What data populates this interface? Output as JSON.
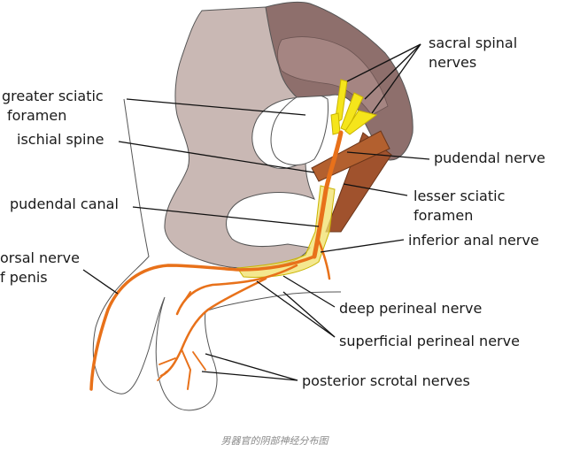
{
  "labels": {
    "sacral_spinal_nerves_1": "sacral spinal",
    "sacral_spinal_nerves_2": "nerves",
    "greater_sciatic_1": "greater sciatic",
    "greater_sciatic_2": "foramen",
    "ischial_spine": "ischial spine",
    "pudendal_nerve": "pudendal nerve",
    "lesser_sciatic_1": "lesser sciatic",
    "lesser_sciatic_2": "foramen",
    "pudendal_canal": "pudendal canal",
    "inferior_anal_nerve": "inferior anal nerve",
    "dorsal_nerve_1": "orsal nerve",
    "dorsal_nerve_2": "f penis",
    "deep_perineal_nerve": "deep perineal nerve",
    "superficial_perineal_nerve": "superficial perineal nerve",
    "posterior_scrotal_nerves": "posterior scrotal nerves"
  },
  "caption": "男器官的阴部神经分布图",
  "colors": {
    "pelvis_bone": "#c9b8b4",
    "sacrum_dark": "#8e6f6c",
    "ligament_brown": "#a0522d",
    "nerve_orange": "#e8711a",
    "sacral_yellow": "#f5e51b",
    "canal_yellow": "#f0e06a",
    "outline": "#555555"
  }
}
